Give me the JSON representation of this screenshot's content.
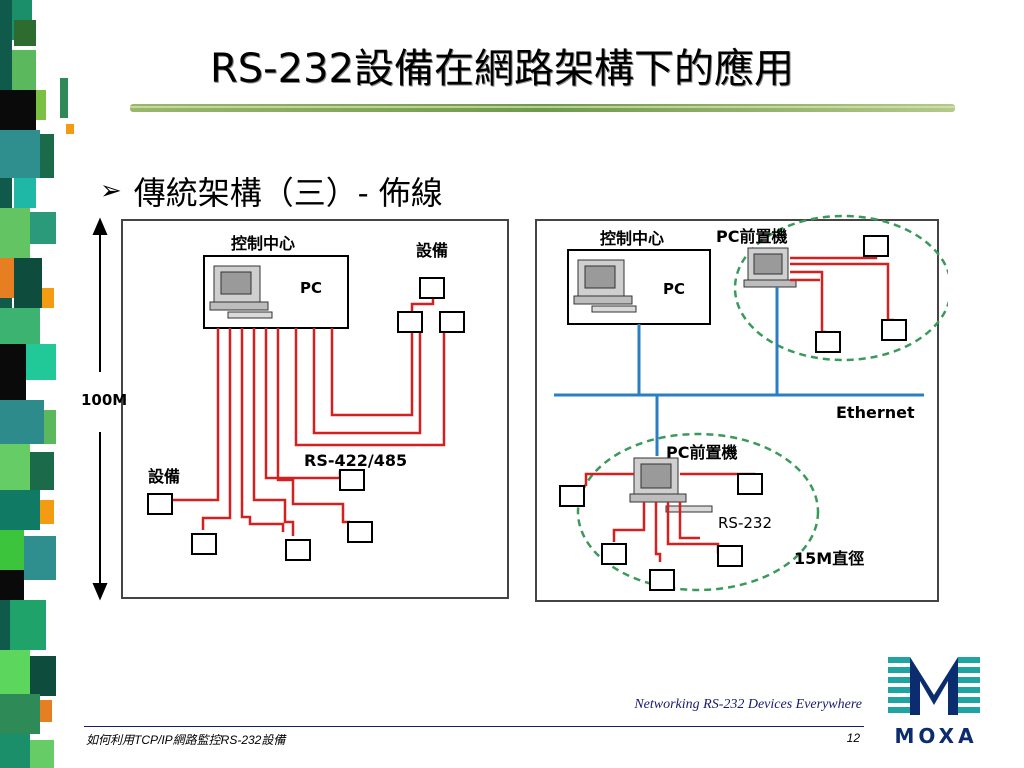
{
  "slide": {
    "title": "RS-232設備在網路架構下的應用",
    "bullet_text": "傳統架構（三）-  佈線",
    "bullet_icon": "arrow-bullet-icon"
  },
  "diagram": {
    "left": {
      "control_center": "控制中心",
      "pc_label": "PC",
      "device_top": "設備",
      "device_left": "設備",
      "bus_label": "RS-422/485",
      "distance": "100M"
    },
    "right": {
      "control_center": "控制中心",
      "pc_label": "PC",
      "front_pc_top": "PC前置機",
      "front_pc_bottom": "PC前置機",
      "ethernet": "Ethernet",
      "serial": "RS-232",
      "diameter": "15M直徑"
    }
  },
  "footer": {
    "slogan": "Networking RS-232 Devices Everywhere",
    "left_text": "如何利用TCP/IP網路監控RS-232設備",
    "page_number": "12"
  },
  "logo": {
    "word": "MOXA"
  },
  "colors": {
    "wire_red": "#d42020",
    "ethernet_blue": "#2a7fc4",
    "dashed_green": "#3a9a5a",
    "logo_teal": "#1fa3a3",
    "logo_navy": "#0b2c6e"
  }
}
